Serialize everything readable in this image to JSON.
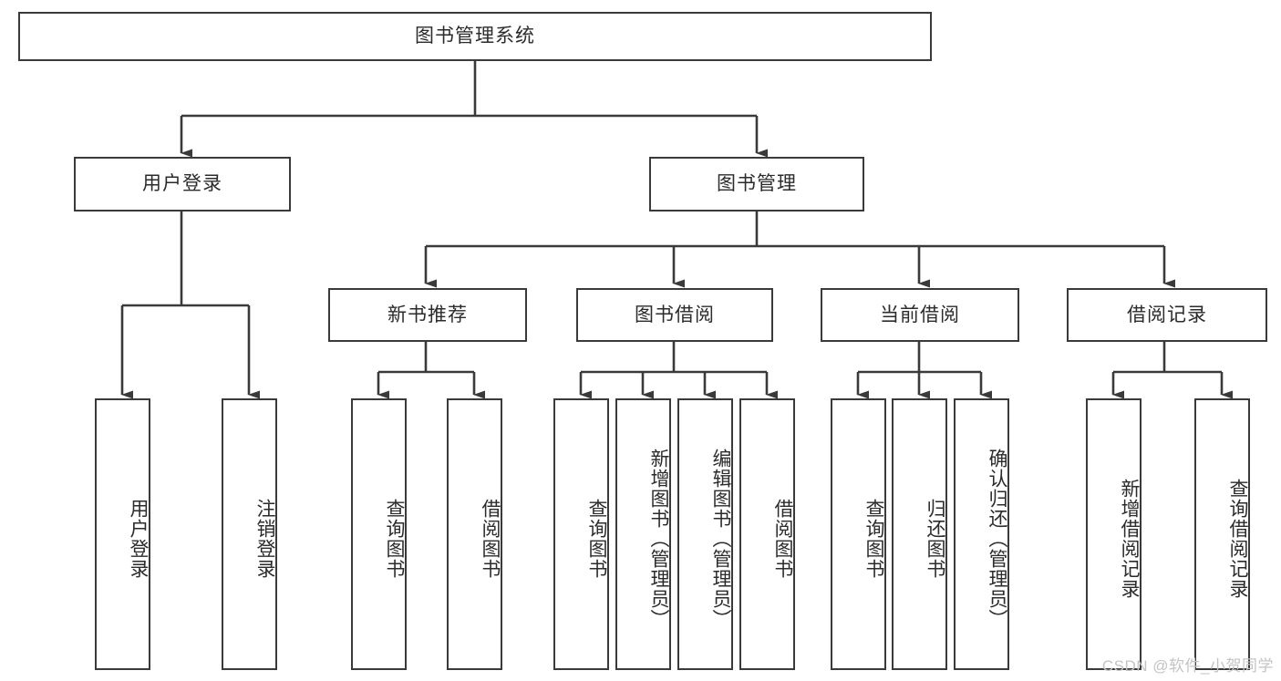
{
  "diagram": {
    "title": "图书管理系统",
    "type": "tree-hierarchy",
    "stroke_color": "#3a3a3a",
    "fill_color": "#ffffff",
    "text_color": "#2b2b2b"
  },
  "nodes": {
    "root": {
      "label": "图书管理系统"
    },
    "level1": [
      {
        "label": "用户登录"
      },
      {
        "label": "图书管理"
      }
    ],
    "level2": [
      {
        "label": "新书推荐"
      },
      {
        "label": "图书借阅"
      },
      {
        "label": "当前借阅"
      },
      {
        "label": "借阅记录"
      }
    ],
    "leaves_user_login": [
      {
        "label": "用户登录"
      },
      {
        "label": "注销登录"
      }
    ],
    "leaves_new_books": [
      {
        "label": "查询图书"
      },
      {
        "label": "借阅图书"
      }
    ],
    "leaves_borrow": [
      {
        "label": "查询图书"
      },
      {
        "label": "新增图书（管理员）"
      },
      {
        "label": "编辑图书（管理员）"
      },
      {
        "label": "借阅图书"
      }
    ],
    "leaves_current": [
      {
        "label": "查询图书"
      },
      {
        "label": "归还图书"
      },
      {
        "label": "确认归还（管理员）"
      }
    ],
    "leaves_records": [
      {
        "label": "新增借阅记录"
      },
      {
        "label": "查询借阅记录"
      }
    ]
  },
  "watermark": {
    "text": "CSDN @软件_小贺同学"
  }
}
